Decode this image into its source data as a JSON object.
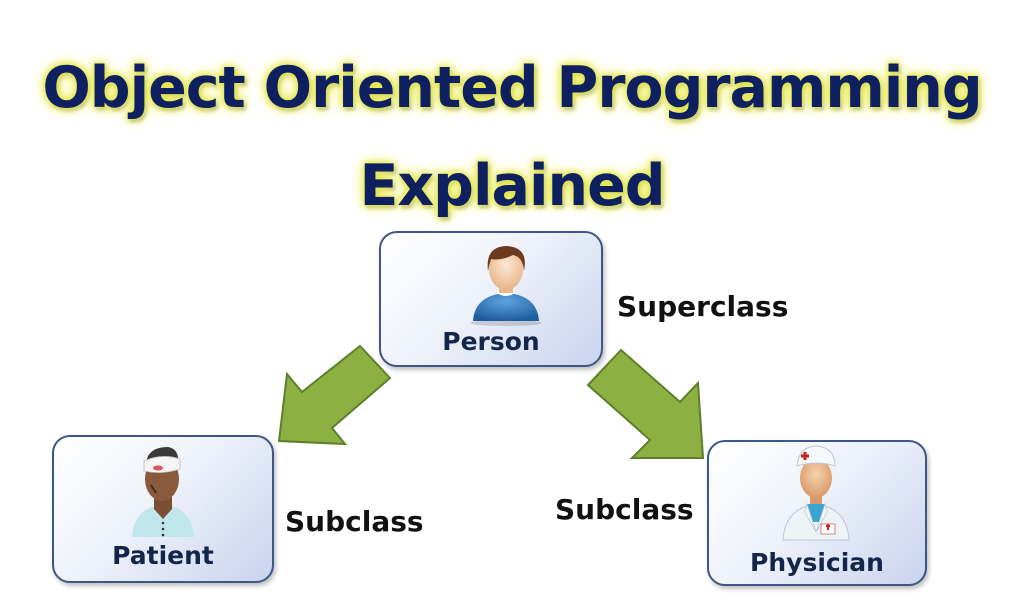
{
  "title": {
    "line1": "Object Oriented Programming",
    "line2": "Explained"
  },
  "nodes": {
    "superclass": {
      "label": "Person",
      "icon": "person-icon"
    },
    "left_subclass": {
      "label": "Patient",
      "icon": "patient-icon"
    },
    "right_subclass": {
      "label": "Physician",
      "icon": "physician-icon"
    }
  },
  "labels": {
    "superclass": "Superclass",
    "subclass_left": "Subclass",
    "subclass_right": "Subclass"
  },
  "colors": {
    "title_text": "#0e2060",
    "title_glow": "#e6e84a",
    "arrow_fill": "#8db043",
    "arrow_stroke": "#5e7f2a",
    "node_border": "#3f5785"
  }
}
